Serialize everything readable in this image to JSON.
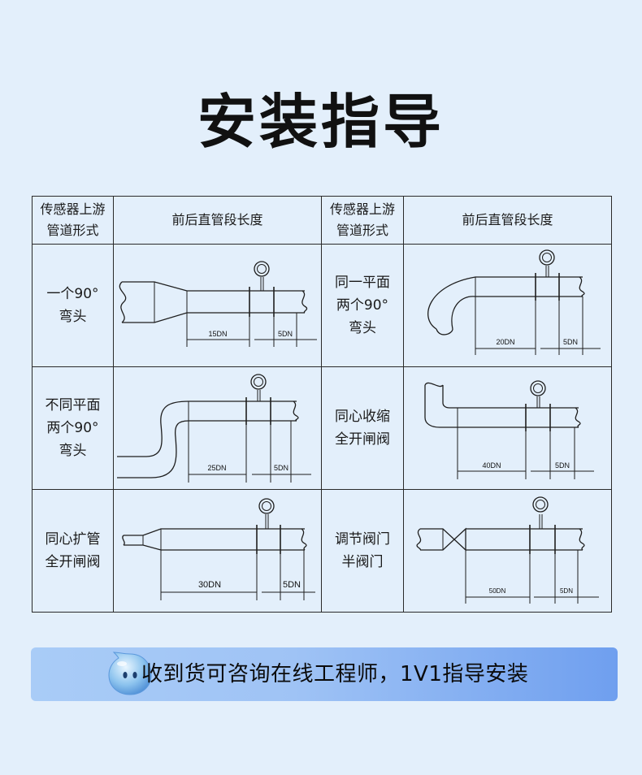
{
  "title": "安装指导",
  "table": {
    "header": {
      "form_label": "传感器上游管道形式",
      "form_line1": "传感器上游",
      "form_line2": "管道形式",
      "length_label": "前后直管段长度"
    },
    "rows": [
      {
        "cells": [
          {
            "lines": [
              "一个90°",
              "弯头"
            ],
            "upstream": "15DN",
            "downstream": "5DN"
          },
          {
            "lines": [
              "同一平面",
              "两个90°",
              "弯头"
            ],
            "upstream": "20DN",
            "downstream": "5DN"
          }
        ]
      },
      {
        "cells": [
          {
            "lines": [
              "不同平面",
              "两个90°",
              "弯头"
            ],
            "upstream": "25DN",
            "downstream": "5DN"
          },
          {
            "lines": [
              "同心收缩",
              "全开闸阀"
            ],
            "upstream": "40DN",
            "downstream": "5DN"
          }
        ]
      },
      {
        "cells": [
          {
            "lines": [
              "同心扩管",
              "全开闸阀"
            ],
            "upstream": "30DN",
            "downstream": "5DN"
          },
          {
            "lines": [
              "调节阀门",
              "半阀门"
            ],
            "upstream": "50DN",
            "downstream": "5DN"
          }
        ]
      }
    ]
  },
  "banner": {
    "text": "收到货可咨询在线工程师，1V1指导安装",
    "icon": "chat-mascot-icon",
    "colors": {
      "start": "#a9ccf7",
      "end": "#6f9fef"
    }
  }
}
